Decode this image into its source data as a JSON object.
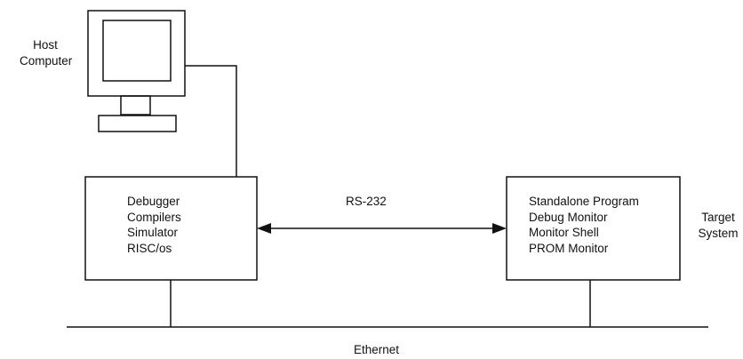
{
  "labels": {
    "host_line1": "Host",
    "host_line2": "Computer",
    "target_line1": "Target",
    "target_line2": "System",
    "rs232": "RS-232",
    "ethernet": "Ethernet"
  },
  "host_box": {
    "lines": [
      "Debugger",
      "Compilers",
      "Simulator",
      "RISC/os"
    ]
  },
  "target_box": {
    "lines": [
      "Standalone Program",
      "Debug Monitor",
      "Monitor Shell",
      "PROM Monitor"
    ]
  }
}
